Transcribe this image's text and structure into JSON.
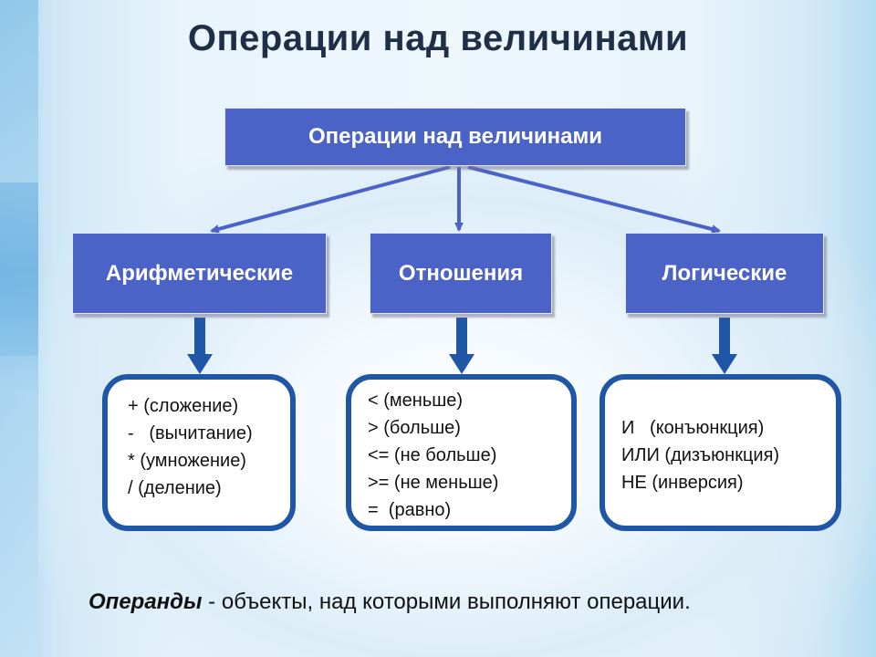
{
  "slide": {
    "title": "Операции над величинами"
  },
  "diagram": {
    "root": "Операции над величинами",
    "categories": [
      {
        "label": "Арифметические",
        "items": [
          "+ (сложение)",
          "-   (вычитание)",
          "* (умножение)",
          "/ (деление)"
        ]
      },
      {
        "label": "Отношения",
        "items": [
          "< (меньше)",
          "> (больше)",
          "<= (не больше)",
          ">= (не меньше)",
          "=  (равно)"
        ]
      },
      {
        "label": "Логические",
        "items": [
          "И   (конъюнкция)",
          "ИЛИ (дизъюнкция)",
          "НЕ (инверсия)"
        ]
      }
    ]
  },
  "footer": {
    "term": "Операнды",
    "text": " - объекты, над которыми выполняют операции."
  },
  "colors": {
    "box_fill": "#4b62c6",
    "rounded_border": "#1f57a6",
    "thin_arrow": "#4b62c6",
    "thick_arrow": "#1f57a6",
    "title_text": "#1f2f48"
  }
}
